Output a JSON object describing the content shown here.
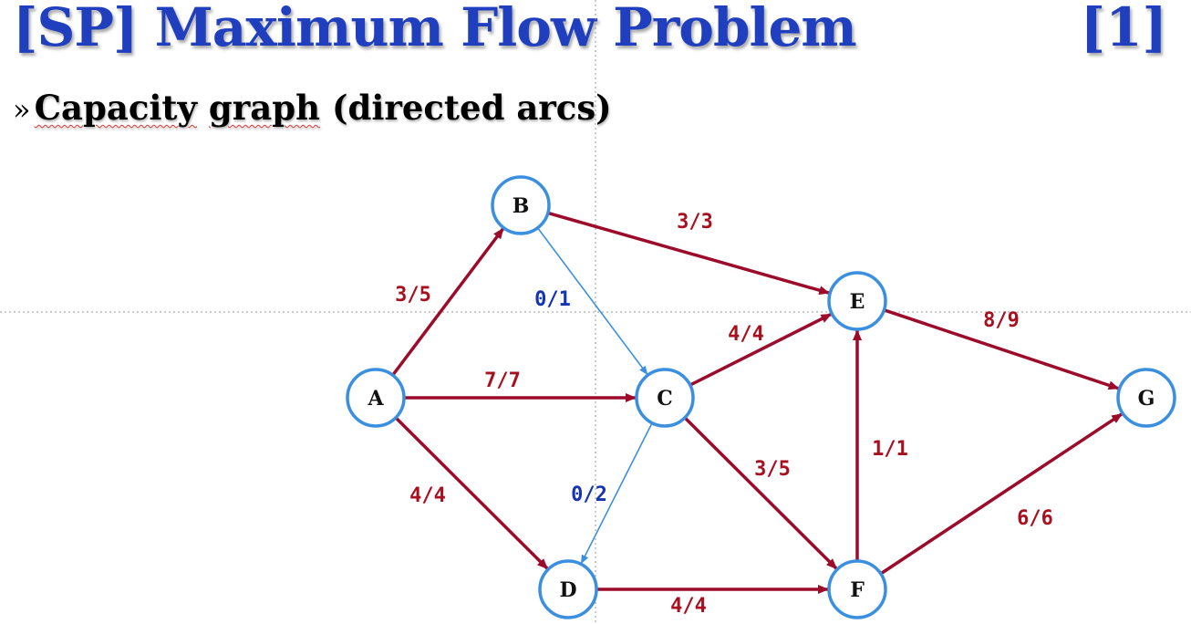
{
  "slide": {
    "title": "[SP] Maximum Flow Problem",
    "page_number": "[1]",
    "bullet_symbol": "»",
    "subtitle_words": [
      "Capacity",
      "graph",
      "(directed arcs)"
    ]
  },
  "colors": {
    "title": "#1f3fbf",
    "saturated_edge": "#9c0b2a",
    "unsaturated_edge": "#3a8fe0",
    "node_stroke": "#3a8fe0",
    "saturated_label": "#a8101f",
    "unsaturated_label": "#1534b4"
  },
  "graph": {
    "nodes": [
      {
        "id": "A",
        "label": "A"
      },
      {
        "id": "B",
        "label": "B"
      },
      {
        "id": "C",
        "label": "C"
      },
      {
        "id": "D",
        "label": "D"
      },
      {
        "id": "E",
        "label": "E"
      },
      {
        "id": "F",
        "label": "F"
      },
      {
        "id": "G",
        "label": "G"
      }
    ],
    "edges": [
      {
        "from": "A",
        "to": "B",
        "flow": "3/5",
        "style": "saturated"
      },
      {
        "from": "B",
        "to": "E",
        "flow": "3/3",
        "style": "saturated"
      },
      {
        "from": "B",
        "to": "C",
        "flow": "0/1",
        "style": "unsaturated"
      },
      {
        "from": "A",
        "to": "C",
        "flow": "7/7",
        "style": "saturated"
      },
      {
        "from": "A",
        "to": "D",
        "flow": "4/4",
        "style": "saturated"
      },
      {
        "from": "C",
        "to": "E",
        "flow": "4/4",
        "style": "saturated"
      },
      {
        "from": "C",
        "to": "D",
        "flow": "0/2",
        "style": "unsaturated"
      },
      {
        "from": "C",
        "to": "F",
        "flow": "3/5",
        "style": "saturated"
      },
      {
        "from": "D",
        "to": "F",
        "flow": "4/4",
        "style": "saturated"
      },
      {
        "from": "F",
        "to": "E",
        "flow": "1/1",
        "style": "saturated"
      },
      {
        "from": "E",
        "to": "G",
        "flow": "8/9",
        "style": "saturated"
      },
      {
        "from": "F",
        "to": "G",
        "flow": "6/6",
        "style": "saturated"
      }
    ]
  }
}
